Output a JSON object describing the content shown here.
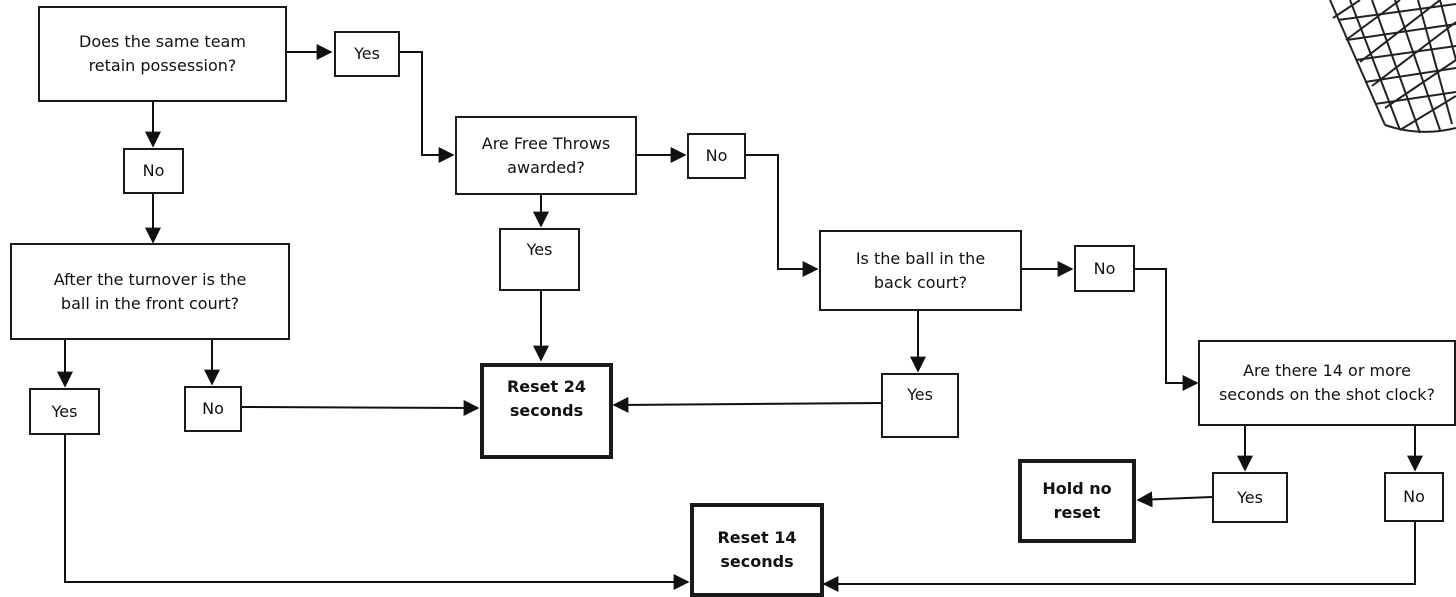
{
  "diagram": {
    "questions": {
      "q_possession": "Does the same team\nretain possession?",
      "q_free_throws": "Are Free Throws\nawarded?",
      "q_front_court": "After the turnover is the\nball in the front court?",
      "q_back_court": "Is the ball in the\nback court?",
      "q_shot_clock": "Are there 14 or more\nseconds on the shot clock?"
    },
    "answers": {
      "yes": "Yes",
      "no": "No"
    },
    "outcomes": {
      "reset_24": "Reset 24\nseconds",
      "reset_14": "Reset 14\nseconds",
      "hold": "Hold no\nreset"
    }
  },
  "decor": {
    "hoop_icon": "basketball-net-icon"
  }
}
